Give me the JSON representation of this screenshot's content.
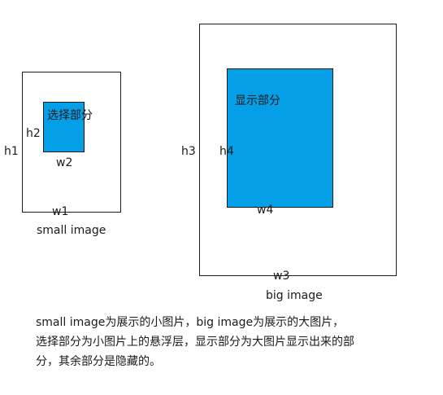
{
  "colors": {
    "highlight": "#049fe6",
    "border": "#1a1a1a"
  },
  "small_diagram": {
    "outer_height_label": "h1",
    "outer_width_label": "w1",
    "inner_text": "选择部分",
    "inner_height_label": "h2",
    "inner_width_label": "w2",
    "caption": "small image"
  },
  "big_diagram": {
    "outer_height_label": "h3",
    "outer_width_label": "w3",
    "inner_text": "显示部分",
    "inner_height_label": "h4",
    "inner_width_label": "w4",
    "caption": "big image"
  },
  "description": "small image为展示的小图片，big image为展示的大图片，选择部分为小图片上的悬浮层，显示部分为大图片显示出来的部分，其余部分是隐藏的。"
}
